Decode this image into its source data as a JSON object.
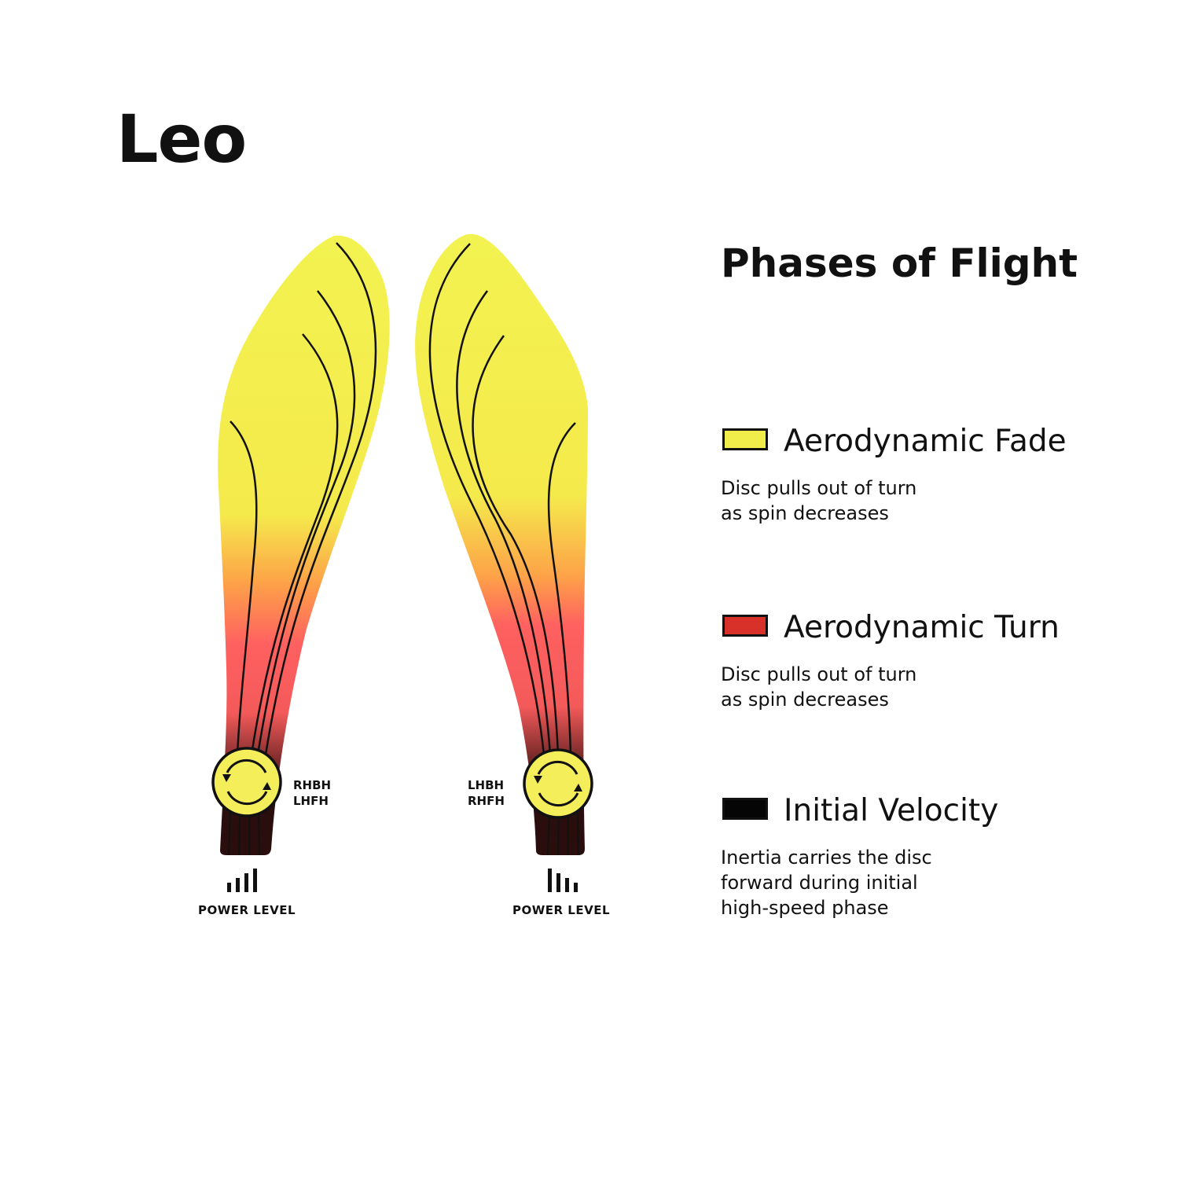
{
  "title": "Leo",
  "colors": {
    "fade": "#f2f250",
    "turn": "#ff5f5f",
    "velocity": "#2a0e0e",
    "disc": "#f4ee5a"
  },
  "throws": [
    {
      "label": "RHBH\nLHFH",
      "power_label": "POWER LEVEL",
      "power_icon": "power-bars-ascending-icon"
    },
    {
      "label": "LHBH\nRHFH",
      "power_label": "POWER LEVEL",
      "power_icon": "power-bars-mixed-icon"
    }
  ],
  "legend": {
    "title": "Phases of Flight",
    "items": [
      {
        "label": "Aerodynamic Fade",
        "description": "Disc pulls out of turn\nas spin decreases",
        "swatch": "#f0ec49"
      },
      {
        "label": "Aerodynamic Turn",
        "description": "Disc pulls out of turn\nas spin decreases",
        "swatch": "#d8312a"
      },
      {
        "label": "Initial Velocity",
        "description": "Inertia carries the disc\nforward during initial\nhigh-speed phase",
        "swatch": "#050505"
      }
    ]
  }
}
